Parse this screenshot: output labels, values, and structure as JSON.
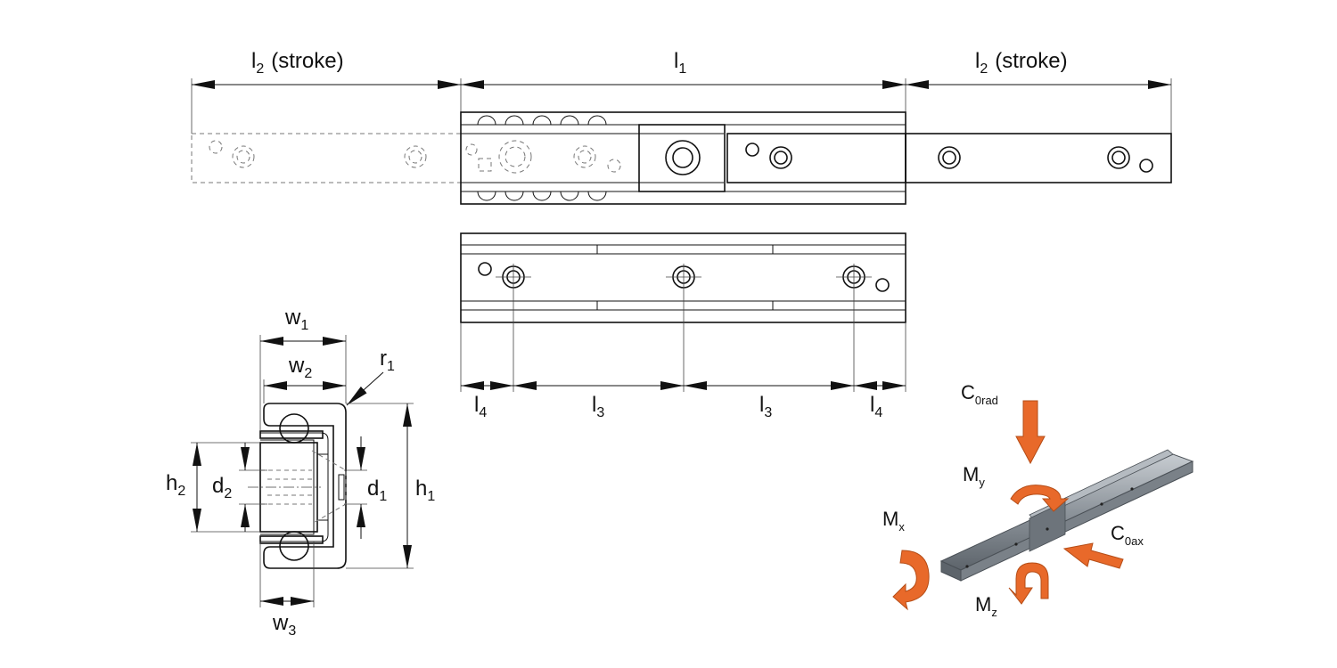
{
  "labels": {
    "l2": "l",
    "l2_sub": "2",
    "stroke": "(stroke)",
    "l1": "l",
    "l1_sub": "1",
    "l3": "l",
    "l3_sub": "3",
    "l4": "l",
    "l4_sub": "4",
    "w1": "w",
    "w1_sub": "1",
    "w2": "w",
    "w2_sub": "2",
    "w3": "w",
    "w3_sub": "3",
    "r1": "r",
    "r1_sub": "1",
    "h1": "h",
    "h1_sub": "1",
    "h2": "h",
    "h2_sub": "2",
    "d1": "d",
    "d1_sub": "1",
    "d2": "d",
    "d2_sub": "2"
  },
  "loads": {
    "c0rad": "C",
    "c0rad_sub": "0rad",
    "c0ax": "C",
    "c0ax_sub": "0ax",
    "mx": "M",
    "mx_sub": "x",
    "my": "M",
    "my_sub": "y",
    "mz": "M",
    "mz_sub": "z"
  },
  "colors": {
    "line": "#111111",
    "arrow_orange": "#E8692A",
    "rail_gray": "#9aa0a6"
  }
}
